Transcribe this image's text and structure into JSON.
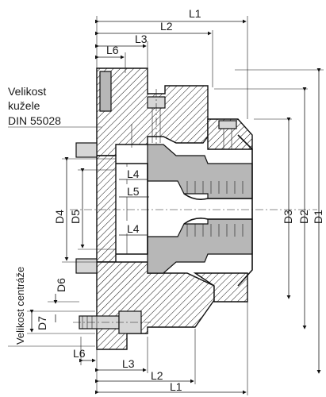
{
  "labels": {
    "L1_top": "L1",
    "L2_top": "L2",
    "L3_top": "L3",
    "L6_top": "L6",
    "L4_upper": "L4",
    "L5": "L5",
    "L4_lower": "L4",
    "L6_bottom": "L6",
    "L3_bottom": "L3",
    "L2_bottom": "L2",
    "L1_bottom": "L1",
    "D1": "D1",
    "D2": "D2",
    "D3": "D3",
    "D4": "D4",
    "D5": "D5",
    "D6": "D6",
    "D7": "D7",
    "taper_line1": "Velikost",
    "taper_line2": "kužele",
    "taper_line3": "DIN 55028",
    "centering_size": "Velikost centráže"
  }
}
